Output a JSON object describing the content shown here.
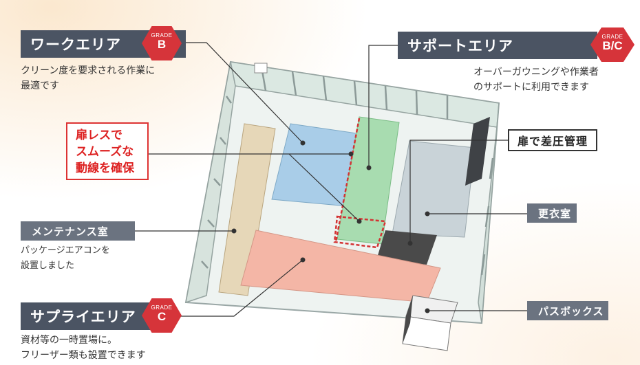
{
  "zones": {
    "work": {
      "title": "ワークエリア",
      "grade_label": "GRADE",
      "grade": "B",
      "description": [
        "クリーン度を要求される作業に",
        "最適です"
      ]
    },
    "support": {
      "title": "サポートエリア",
      "grade_label": "GRADE",
      "grade": "B/C",
      "description": [
        "オーバーガウニングや作業者",
        "のサポートに利用できます"
      ]
    },
    "supply": {
      "title": "サプライエリア",
      "grade_label": "GRADE",
      "grade": "C",
      "description": [
        "資材等の一時置場に。",
        "フリーザー類も設置できます"
      ]
    },
    "maintenance": {
      "title": "メンテナンス室",
      "description": [
        "パッケージエアコンを",
        "設置しました"
      ]
    },
    "changing": {
      "title": "更衣室"
    },
    "passbox": {
      "title": "パスボックス"
    },
    "door_pressure": {
      "title": "扉で差圧管理"
    }
  },
  "callout": {
    "lines": [
      "扉レスで",
      "スムーズな",
      "動線を確保"
    ]
  },
  "colors": {
    "label_primary": "#4b5463",
    "label_secondary": "#6b7380",
    "grade_red": "#d6343a",
    "work_zone": "#a9cde8",
    "support_zone": "#a8dcb0",
    "supply_zone": "#f4b6a6",
    "maintenance_zone": "#e6d7b8",
    "changing_zone": "#c9d3d8",
    "accent_red": "#d33333"
  }
}
